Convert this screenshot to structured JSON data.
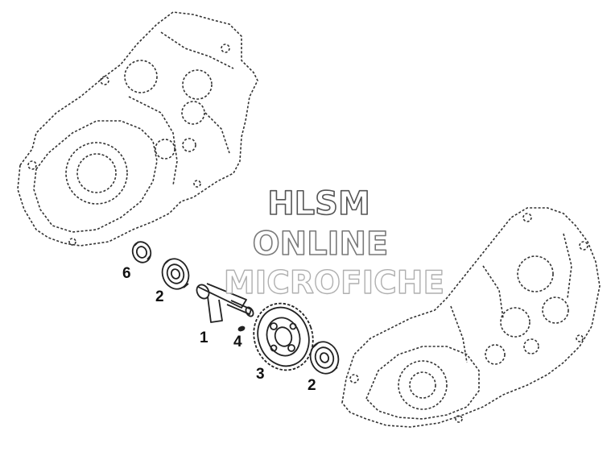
{
  "watermark": {
    "line1": "HLSM",
    "line2": "ONLINE",
    "line3": "MICROFICHE",
    "stroke_dark": "#555555",
    "stroke_mid": "#7a7a7a",
    "stroke_light": "#b0b0b0"
  },
  "callouts": [
    {
      "id": "c6",
      "label": "6"
    },
    {
      "id": "c2a",
      "label": "2"
    },
    {
      "id": "c1",
      "label": "1"
    },
    {
      "id": "c4",
      "label": "4"
    },
    {
      "id": "c3",
      "label": "3"
    },
    {
      "id": "c2b",
      "label": "2"
    }
  ],
  "colors": {
    "line": "#222222",
    "dashed": "#333333",
    "background": "#ffffff"
  }
}
